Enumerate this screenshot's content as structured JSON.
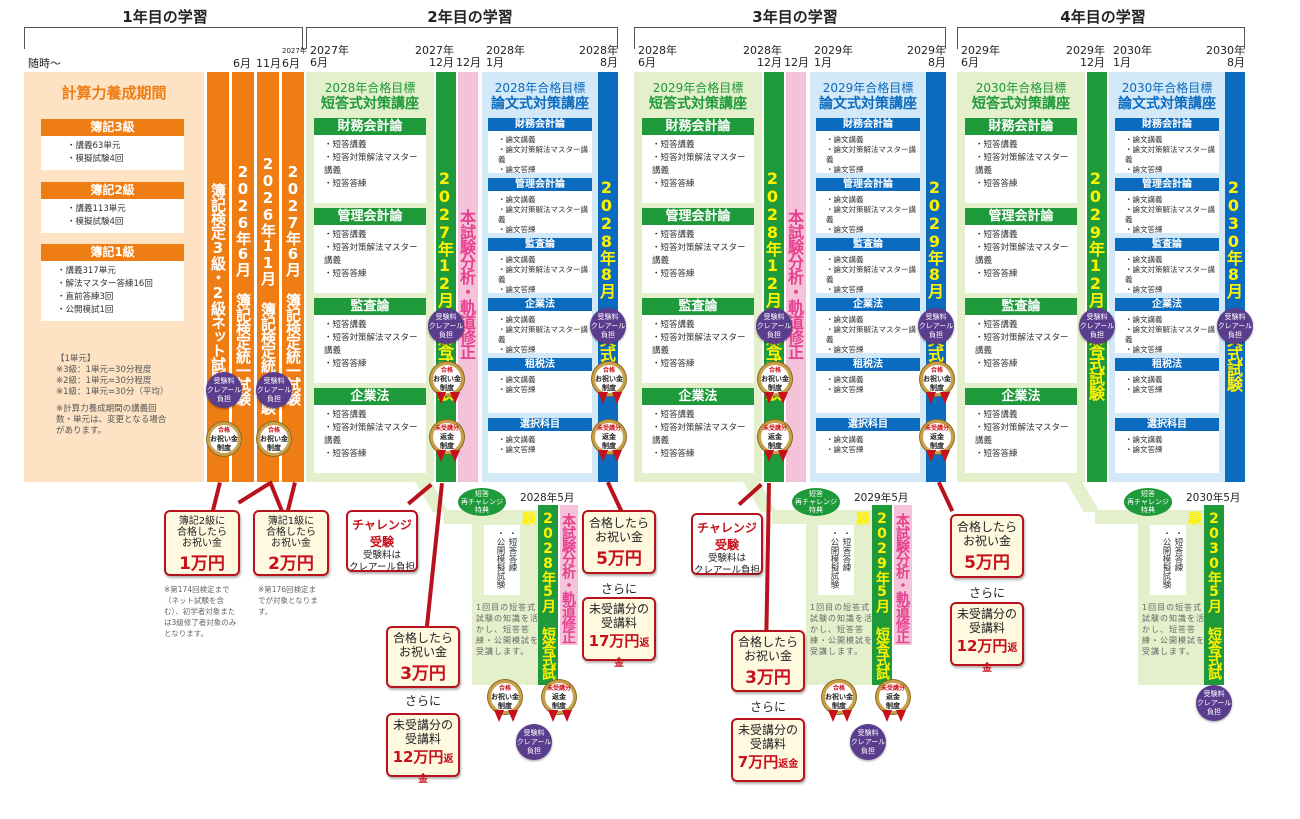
{
  "years": [
    {
      "title": "1年目の学習"
    },
    {
      "title": "2年目の学習"
    },
    {
      "title": "3年目の学習"
    },
    {
      "title": "4年目の学習"
    }
  ],
  "year1": {
    "start_label": "随時～",
    "date_labels": [
      "6月",
      "11月",
      "2027年",
      "6月"
    ],
    "panel_title": "計算力養成期間",
    "levels": [
      {
        "name": "簿記3級",
        "items": [
          "講義63単元",
          "模擬試験4回"
        ]
      },
      {
        "name": "簿記2級",
        "items": [
          "講義113単元",
          "模擬試験4回"
        ]
      },
      {
        "name": "簿記1級",
        "items": [
          "講義317単元",
          "解法マスター答練16回",
          "直前答練3回",
          "公開模試1回"
        ]
      }
    ],
    "unit_note": [
      "【1単元】",
      "※3級：1単元=30分程度",
      "※2級：1単元=30分程度",
      "※1級：1単元=30分（平均）"
    ],
    "change_note": "※計算力養成期間の講義回数・単元は、変更となる場合があります。",
    "exam_columns": [
      "簿記検定3級・2級ネット試験",
      "2026年6月 簿記検定統一試験",
      "2026年11月 簿記検定統一試験",
      "2027年6月 簿記検定統一試験"
    ]
  },
  "badges": {
    "fee": [
      "受験料",
      "クレアール",
      "負担"
    ],
    "gift": [
      "合格",
      "お祝い金",
      "制度"
    ],
    "refund": [
      "未受講分",
      "返金",
      "制度"
    ],
    "rechallenge": [
      "短答",
      "再チャレンジ",
      "特典"
    ]
  },
  "blocks": [
    {
      "start": [
        "2027年",
        "6月"
      ],
      "mid_end": [
        "2027年",
        "12月"
      ],
      "pink_date": "12月",
      "essay_start": [
        "2028年",
        "1月"
      ],
      "essay_end": [
        "2028年",
        "8月"
      ],
      "short_title": [
        "2028年合格目標",
        "短答式対策講座"
      ],
      "short_exam": "2027年12月 短答式試験",
      "pink": "本試験分析・軌道修正",
      "essay_title": [
        "2028年合格目標",
        "論文式対策講座"
      ],
      "essay_exam": "2028年8月 論文式試験"
    },
    {
      "start": [
        "2028年",
        "6月"
      ],
      "mid_end": [
        "2028年",
        "12月"
      ],
      "pink_date": "12月",
      "essay_start": [
        "2029年",
        "1月"
      ],
      "essay_end": [
        "2029年",
        "8月"
      ],
      "short_title": [
        "2029年合格目標",
        "短答式対策講座"
      ],
      "short_exam": "2028年12月 短答式試験",
      "pink": "本試験分析・軌道修正",
      "essay_title": [
        "2029年合格目標",
        "論文式対策講座"
      ],
      "essay_exam": "2029年8月 論文式試験"
    },
    {
      "start": [
        "2029年",
        "6月"
      ],
      "mid_end": [
        "2029年",
        "12月"
      ],
      "pink_date": "",
      "essay_start": [
        "2030年",
        "1月"
      ],
      "essay_end": [
        "2030年",
        "8月"
      ],
      "short_title": [
        "2030年合格目標",
        "短答式対策講座"
      ],
      "short_exam": "2029年12月 短答式試験",
      "pink": "",
      "essay_title": [
        "2030年合格目標",
        "論文式対策講座"
      ],
      "essay_exam": "2030年8月 論文式試験"
    }
  ],
  "short_subjects": [
    {
      "name": "財務会計論",
      "items": [
        "短答講義",
        "短答対策解法マスター講義",
        "短答答練"
      ]
    },
    {
      "name": "管理会計論",
      "items": [
        "短答講義",
        "短答対策解法マスター講義",
        "短答答練"
      ]
    },
    {
      "name": "監査論",
      "items": [
        "短答講義",
        "短答対策解法マスター講義",
        "短答答練"
      ]
    },
    {
      "name": "企業法",
      "items": [
        "短答講義",
        "短答対策解法マスター講義",
        "短答答練"
      ]
    }
  ],
  "essay_subjects": [
    {
      "name": "財務会計論",
      "items": [
        "論文講義",
        "論文対策解法マスター講義",
        "論文答練"
      ]
    },
    {
      "name": "管理会計論",
      "items": [
        "論文講義",
        "論文対策解法マスター講義",
        "論文答練"
      ]
    },
    {
      "name": "監査論",
      "items": [
        "論文講義",
        "論文対策解法マスター講義",
        "論文答練"
      ]
    },
    {
      "name": "企業法",
      "items": [
        "論文講義",
        "論文対策解法マスター講義",
        "論文答練"
      ]
    },
    {
      "name": "租税法",
      "items": [
        "論文講義",
        "論文答練"
      ]
    },
    {
      "name": "選択科目",
      "items": [
        "論文講義",
        "論文答練"
      ]
    }
  ],
  "may_exams": [
    {
      "date": "2028年5月",
      "items": [
        "短答答練",
        "公開模擬試験"
      ],
      "exam": "2028年5月 短答式試験",
      "pink": "本試験分析・軌道修正",
      "note": "1回目の短答式試験の知識を活かし、短答答練・公開模試を受講します。"
    },
    {
      "date": "2029年5月",
      "items": [
        "短答答練",
        "公開模擬試験"
      ],
      "exam": "2029年5月 短答式試験",
      "pink": "本試験分析・軌道修正",
      "note": "1回目の短答式試験の知識を活かし、短答答練・公開模試を受講します。"
    },
    {
      "date": "2030年5月",
      "items": [
        "短答答練",
        "公開模擬試験"
      ],
      "exam": "2030年5月 短答式試験",
      "pink": "",
      "note": "1回目の短答式試験の知識を活かし、短答答練・公開模試を受講します。"
    }
  ],
  "callouts": {
    "bookkeeping2": {
      "lines": [
        "簿記2級に",
        "合格したら",
        "お祝い金"
      ],
      "amount": "1万円",
      "note": "※第174回検定まで（ネット試験を含む）、初学者対象または3級修了者対象のみとなります。"
    },
    "bookkeeping1": {
      "lines": [
        "簿記1級に",
        "合格したら",
        "お祝い金"
      ],
      "amount": "2万円",
      "note": "※第176回検定までが対象となります。"
    },
    "challenge": {
      "title": "チャレンジ受験",
      "lines": [
        "受験料は",
        "クレアール負担"
      ]
    },
    "y2_short": {
      "lines": [
        "合格したら",
        "お祝い金"
      ],
      "amount": "3万円",
      "then": "さらに",
      "refund_lines": [
        "未受講分の",
        "受講料"
      ],
      "refund_amount": "12万円",
      "refund_suffix": "返金"
    },
    "y2_essay": {
      "lines": [
        "合格したら",
        "お祝い金"
      ],
      "amount": "5万円",
      "then": "さらに",
      "refund_lines": [
        "未受講分の",
        "受講料"
      ],
      "refund_amount": "17万円",
      "refund_suffix": "返金"
    },
    "y3_short": {
      "lines": [
        "合格したら",
        "お祝い金"
      ],
      "amount": "3万円",
      "then": "さらに",
      "refund_lines": [
        "未受講分の",
        "受講料"
      ],
      "refund_amount": "7万円",
      "refund_suffix": "返金"
    },
    "y3_essay": {
      "lines": [
        "合格したら",
        "お祝い金"
      ],
      "amount": "5万円",
      "then": "さらに",
      "refund_lines": [
        "未受講分の",
        "受講料"
      ],
      "refund_amount": "12万円",
      "refund_suffix": "返金"
    }
  },
  "colors": {
    "orange": "#ee7d14",
    "green": "#1e9a3a",
    "blue": "#0b6bbf",
    "pink": "#f4c3d9",
    "purple": "#5b3d8e",
    "red": "#b8131c",
    "yellow": "#fff200"
  }
}
